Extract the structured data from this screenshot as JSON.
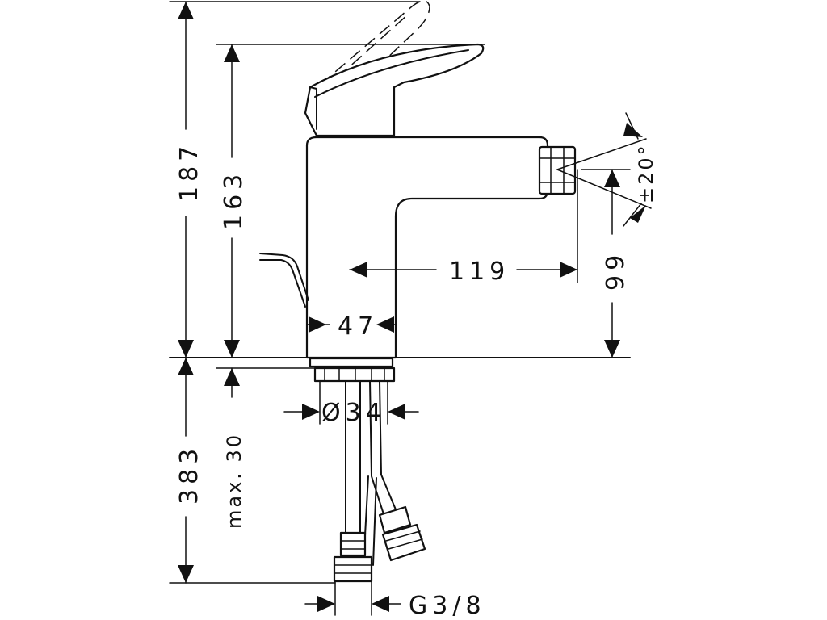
{
  "dimensions": {
    "total_height": "187",
    "spout_height": "163",
    "tail_length": "383",
    "max_deck": "max. 30",
    "spout_reach": "119",
    "outlet_height": "99",
    "body_width": "47",
    "diameter": "Ø34",
    "swivel_angle": "±20°",
    "connection": "G3/8"
  }
}
